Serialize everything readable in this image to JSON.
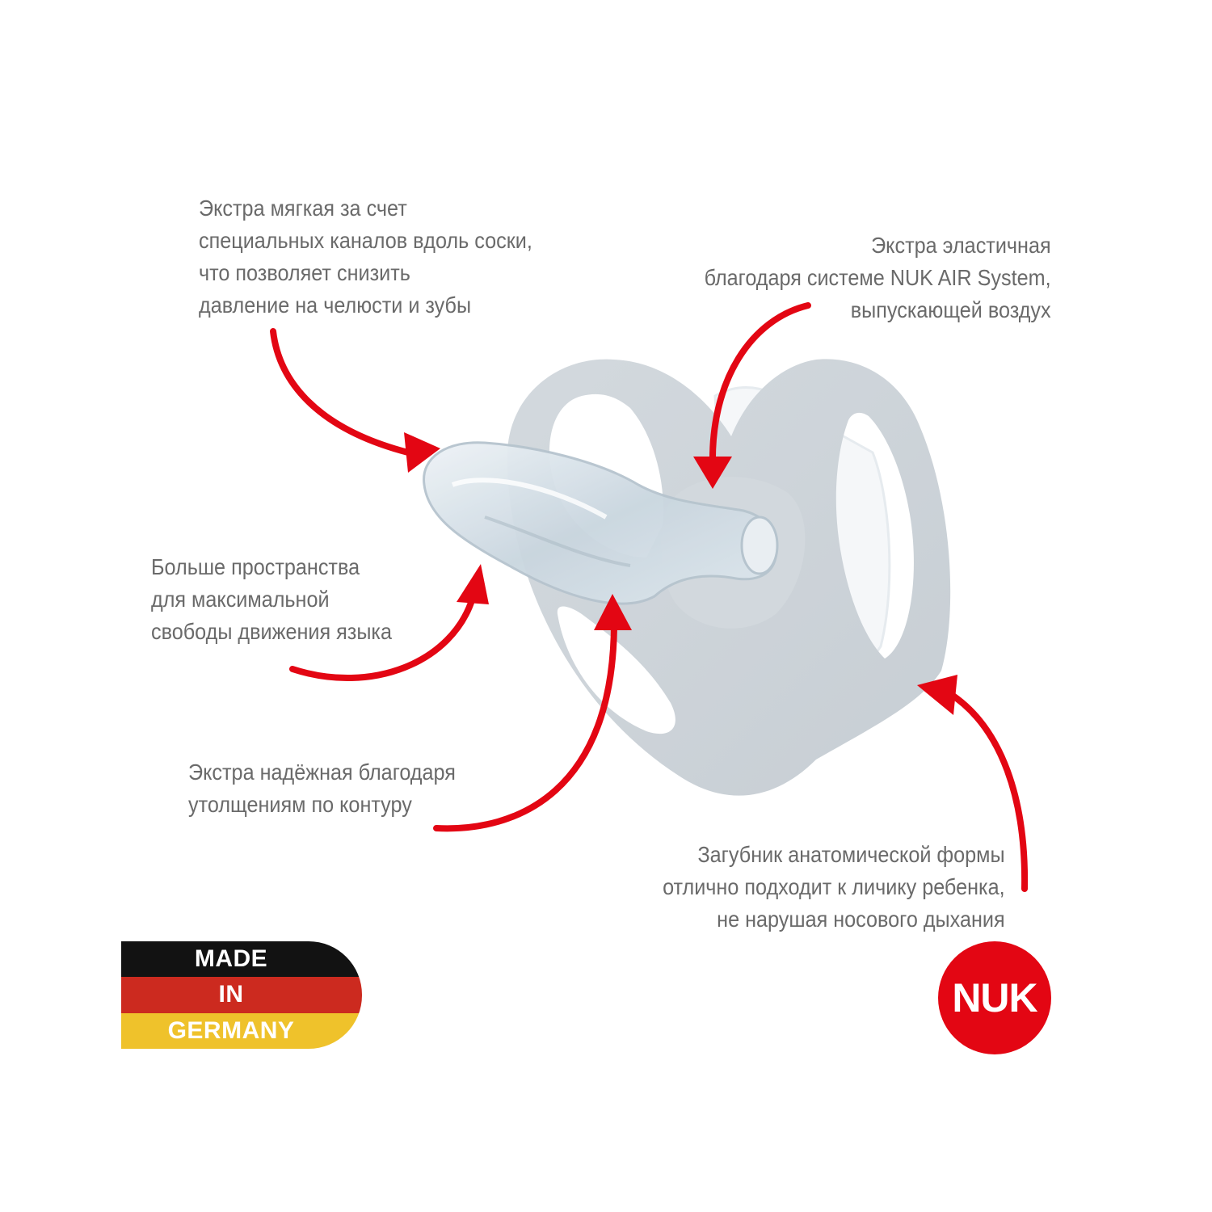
{
  "annotations": {
    "soft": [
      "Экстра мягкая за счет",
      "специальных каналов вдоль соски,",
      "что позволяет снизить",
      "давление на челюсти и зубы"
    ],
    "elastic": [
      "Экстра эластичная",
      "благодаря системе NUK AIR System,",
      "выпускающей воздух"
    ],
    "space": [
      "Больше пространства",
      "для максимальной",
      "свободы движения языка"
    ],
    "secure": [
      "Экстра надёжная благодаря",
      "утолщениям по контуру"
    ],
    "shield": [
      "Загубник анатомической формы",
      "отлично подходит к личику ребенка,",
      "не нарушая носового дыхания"
    ]
  },
  "badge": {
    "lines": [
      "MADE",
      "IN",
      "GERMANY"
    ],
    "colors": [
      "#121212",
      "#cc2a1f",
      "#efc22b"
    ]
  },
  "logo": {
    "text": "NUK",
    "color": "#e30613"
  },
  "colors": {
    "arrow": "#e30613",
    "shield": "#cfd6dc",
    "text": "#6a6a6a"
  }
}
